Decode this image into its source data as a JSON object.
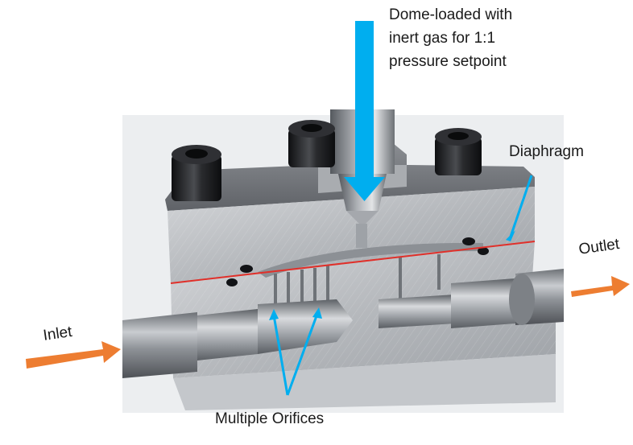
{
  "labels": {
    "dome": [
      "Dome-loaded with",
      "inert gas for 1:1",
      "pressure setpoint"
    ],
    "diaphragm": "Diaphragm",
    "outlet": "Outlet",
    "inlet": "Inlet",
    "orifices": "Multiple Orifices"
  },
  "colors": {
    "flow_in_arrow": "#00aeef",
    "flow_side_arrow": "#ed7d31",
    "diaphragm_line": "#e0302a",
    "pointer": "#00aeef",
    "metal": "#b9bcc0",
    "bolt": "#1e1f22"
  }
}
